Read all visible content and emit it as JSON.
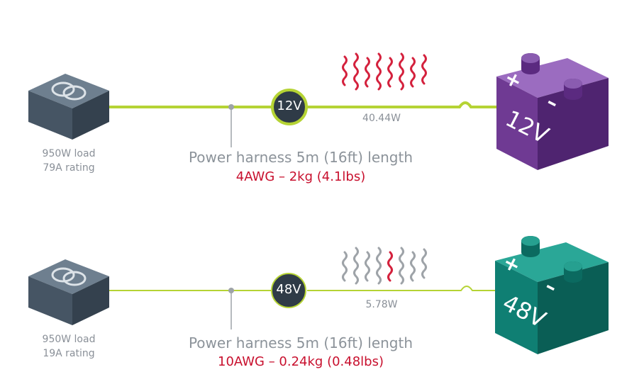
{
  "rows": [
    {
      "load_line1": "950W load",
      "load_line2": "79A rating",
      "voltage_badge": "12V",
      "power_loss": "40.44W",
      "harness_label": "Power harness 5m (16ft) length",
      "wire_spec": "4AWG – 2kg (4.1lbs)",
      "battery_label": "12V",
      "battery_plus": "+",
      "battery_minus": "–"
    },
    {
      "load_line1": "950W load",
      "load_line2": "19A rating",
      "voltage_badge": "48V",
      "power_loss": "5.78W",
      "harness_label": "Power harness 5m (16ft) length",
      "wire_spec": "10AWG – 0.24kg (0.48lbs)",
      "battery_label": "48V",
      "battery_plus": "+",
      "battery_minus": "–"
    }
  ],
  "colors": {
    "wire": "#b5d334",
    "heat_red": "#d4213d",
    "heat_grey": "#9ea3a8",
    "battery_12v": "#6f3a93",
    "battery_48v": "#0f7f73",
    "badge_dark": "#2f3b47",
    "load_box": "#4a5968",
    "spec_red": "#c8102e",
    "label_grey": "#8a9098"
  }
}
